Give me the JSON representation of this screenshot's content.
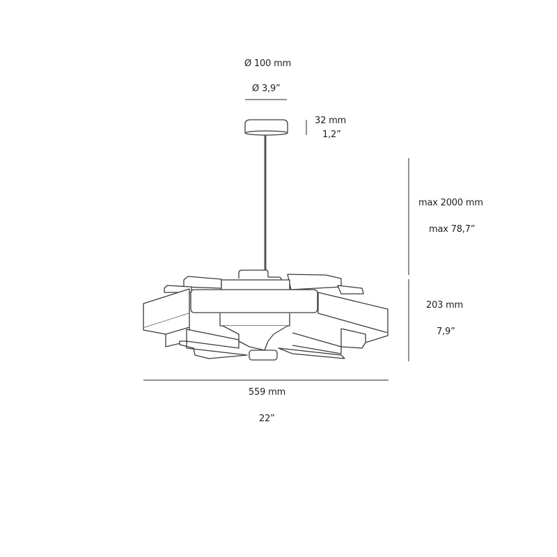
{
  "diagram": {
    "type": "technical-dimension-drawing",
    "subject": "pendant lamp",
    "canopy": {
      "diameter_mm": "Ø 100 mm",
      "diameter_in": "Ø 3,9”",
      "height_mm": "32 mm",
      "height_in": "1,2”"
    },
    "suspension": {
      "length_mm": "max 2000 mm",
      "length_in": "max 78,7”"
    },
    "body": {
      "height_mm": "203 mm",
      "height_in": "7,9”",
      "width_mm": "559 mm",
      "width_in": "22”"
    },
    "colors": {
      "line": "#3a3a3a",
      "dim_line": "#6e6e6e",
      "background": "#ffffff"
    }
  }
}
